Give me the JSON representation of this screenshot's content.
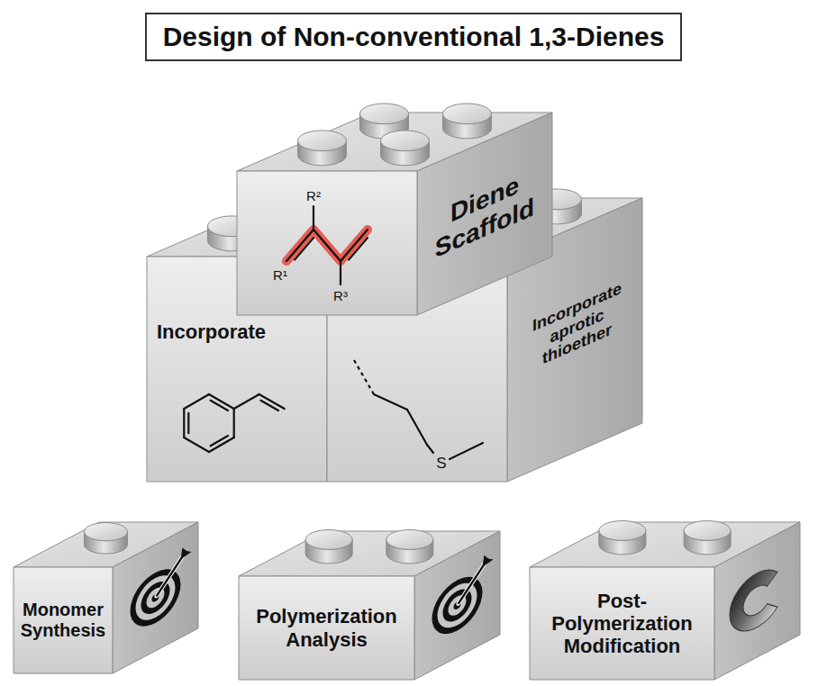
{
  "diagram": {
    "title": "Design of Non-conventional 1,3-Dienes",
    "nodes": [
      {
        "text": [
          "Diene Scaffold"
        ]
      },
      {
        "text": [
          "Incorporate"
        ]
      },
      {
        "text": [
          "Incorporate aprotic thioether"
        ]
      },
      {
        "text": [
          "Monomer Synthesis"
        ]
      },
      {
        "text": [
          "Polymerization Analysis"
        ]
      },
      {
        "text": [
          "Post- Polymerization Modification"
        ]
      }
    ],
    "labels": [
      "R²",
      "R¹",
      "R³",
      "S"
    ]
  }
}
